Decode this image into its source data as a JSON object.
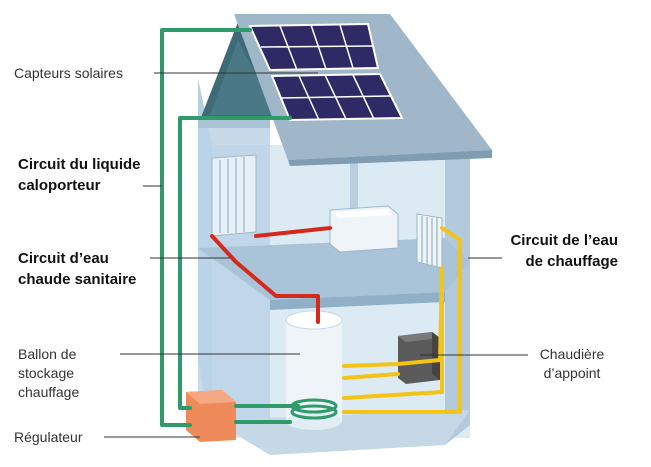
{
  "labels": {
    "capteurs": "Capteurs solaires",
    "liquide_l1": "Circuit du liquide",
    "liquide_l2": "caloporteur",
    "eau_chaude_l1": "Circuit d’eau",
    "eau_chaude_l2": "chaude sanitaire",
    "ballon_l1": "Ballon de",
    "ballon_l2": "stockage",
    "ballon_l3": "chauffage",
    "regulateur": "Régulateur",
    "chauffage_l1": "Circuit de l’eau",
    "chauffage_l2": "de chauffage",
    "chaudiere_l1": "Chaudière",
    "chaudiere_l2": "d’appoint"
  },
  "colors": {
    "wall": "#c8dcea",
    "wall_light": "#dceaf4",
    "roof": "#9fb7c9",
    "roof_dark": "#3f6a77",
    "panel": "#2e2a66",
    "green_pipe": "#2f9a6a",
    "red_pipe": "#d42a1e",
    "yellow_pipe": "#f3c316",
    "regulator": "#ef8a5a",
    "boiler": "#5a5a5a"
  }
}
